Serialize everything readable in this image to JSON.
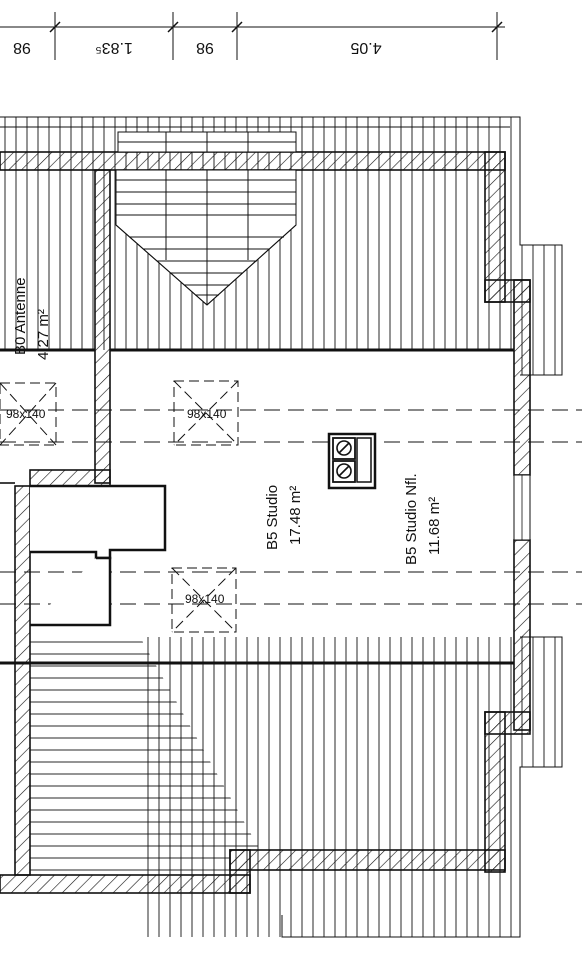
{
  "dimensions": {
    "segments": [
      "98",
      "1.83⁵",
      "98",
      "4.05"
    ]
  },
  "rooms": [
    {
      "name": "B0 Antenne",
      "area": "4.27 m²"
    },
    {
      "name": "B5 Studio",
      "area": "17.48 m²"
    },
    {
      "name": "B5 Studio Nfl.",
      "area": "11.68 m²"
    }
  ],
  "skylights": [
    {
      "label": "98x140"
    },
    {
      "label": "98x140"
    },
    {
      "label": "98x140"
    }
  ],
  "colors": {
    "line": "#111111",
    "paper": "#ffffff"
  }
}
